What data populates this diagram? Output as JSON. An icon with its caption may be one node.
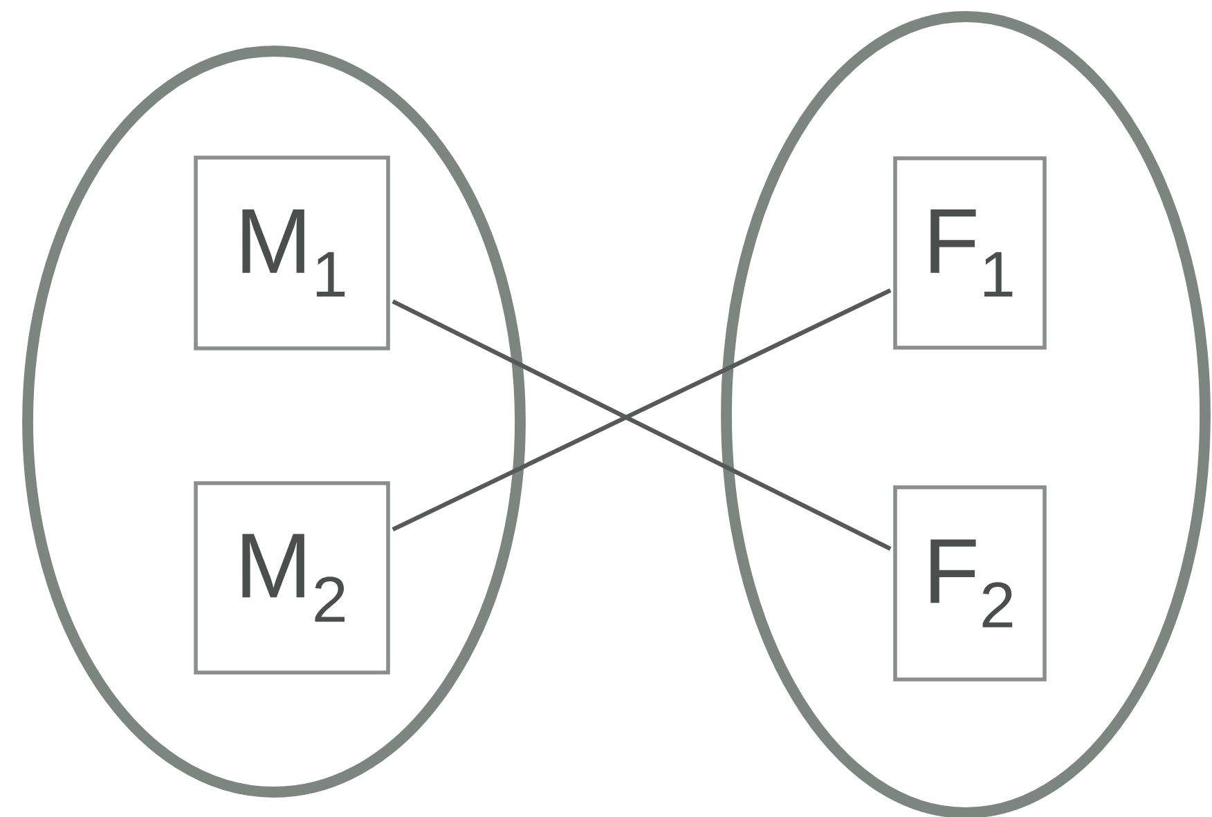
{
  "diagram": {
    "nodes": [
      {
        "text": [],
        "shape": "ellipse"
      },
      {
        "text": [
          "M$_{1}$"
        ],
        "in": 0
      },
      {
        "text": [
          "M$_{2}$"
        ],
        "in": 0
      },
      {
        "text": [],
        "shape": "ellipse"
      },
      {
        "text": [
          "F$_{1}$"
        ],
        "in": 3
      },
      {
        "text": [
          "F$_{2}$"
        ],
        "in": 3
      }
    ],
    "edges": [
      {
        "from": 1,
        "to": 5,
        "arrow": "none"
      },
      {
        "from": 2,
        "to": 4,
        "arrow": "none"
      }
    ]
  }
}
